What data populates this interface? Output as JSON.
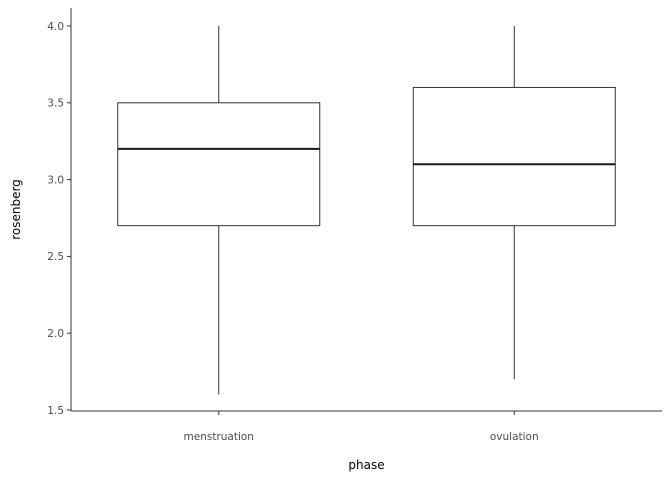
{
  "chart_data": {
    "type": "box",
    "title": "",
    "xlabel": "phase",
    "ylabel": "rosenberg",
    "ylim": [
      1.5,
      4.0
    ],
    "yticks": [
      1.5,
      2.0,
      2.5,
      3.0,
      3.5,
      4.0
    ],
    "ytick_labels": [
      "1.5",
      "2.0",
      "2.5",
      "3.0",
      "3.5",
      "4.0"
    ],
    "grid": false,
    "categories": [
      "menstruation",
      "ovulation"
    ],
    "boxes": [
      {
        "category": "menstruation",
        "min": 1.6,
        "q1": 2.7,
        "median": 3.2,
        "q3": 3.5,
        "max": 4.0
      },
      {
        "category": "ovulation",
        "min": 1.7,
        "q1": 2.7,
        "median": 3.1,
        "q3": 3.6,
        "max": 4.0
      }
    ],
    "colors": {
      "line": "#333333",
      "median": "#1a1a1a",
      "axis": "#333333",
      "tick_text": "#4d4d4d",
      "fill": "#ffffff"
    }
  }
}
